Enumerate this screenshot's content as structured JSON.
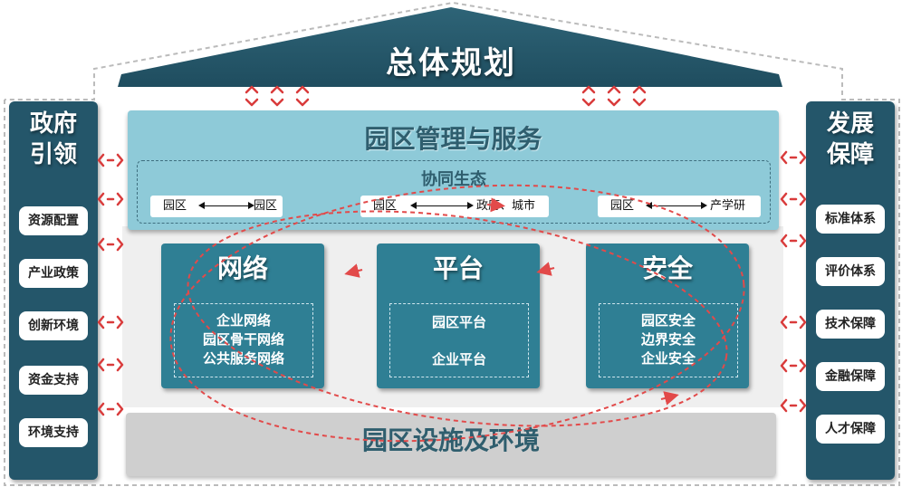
{
  "top_title": "总体规划",
  "left_panel": {
    "title_line1": "政府",
    "title_line2": "引领",
    "items": [
      "资源配置",
      "产业政策",
      "创新环境",
      "资金支持",
      "环境支持"
    ]
  },
  "right_panel": {
    "title_line1": "发展",
    "title_line2": "保障",
    "items": [
      "标准体系",
      "评价体系",
      "技术保障",
      "金融保障",
      "人才保障"
    ]
  },
  "service_band": {
    "title": "园区管理与服务",
    "ecosystem": {
      "title": "协同生态",
      "pairs": [
        {
          "left": "园区",
          "right": "园区"
        },
        {
          "left": "园区",
          "right": "政府、城市"
        },
        {
          "left": "园区",
          "right": "产学研"
        }
      ]
    }
  },
  "pillars": [
    {
      "title": "网络",
      "lines": [
        "企业网络",
        "园区骨干网络",
        "公共服务网络"
      ]
    },
    {
      "title": "平台",
      "lines": [
        "园区平台",
        "企业平台"
      ]
    },
    {
      "title": "安全",
      "lines": [
        "园区安全",
        "边界安全",
        "企业安全"
      ]
    }
  ],
  "foundation": "园区设施及环境",
  "colors": {
    "dark_teal": "#24566a",
    "light_blue": "#8ecad8",
    "pillar_teal": "#2f7f94",
    "accent_red": "#e24a4a"
  }
}
